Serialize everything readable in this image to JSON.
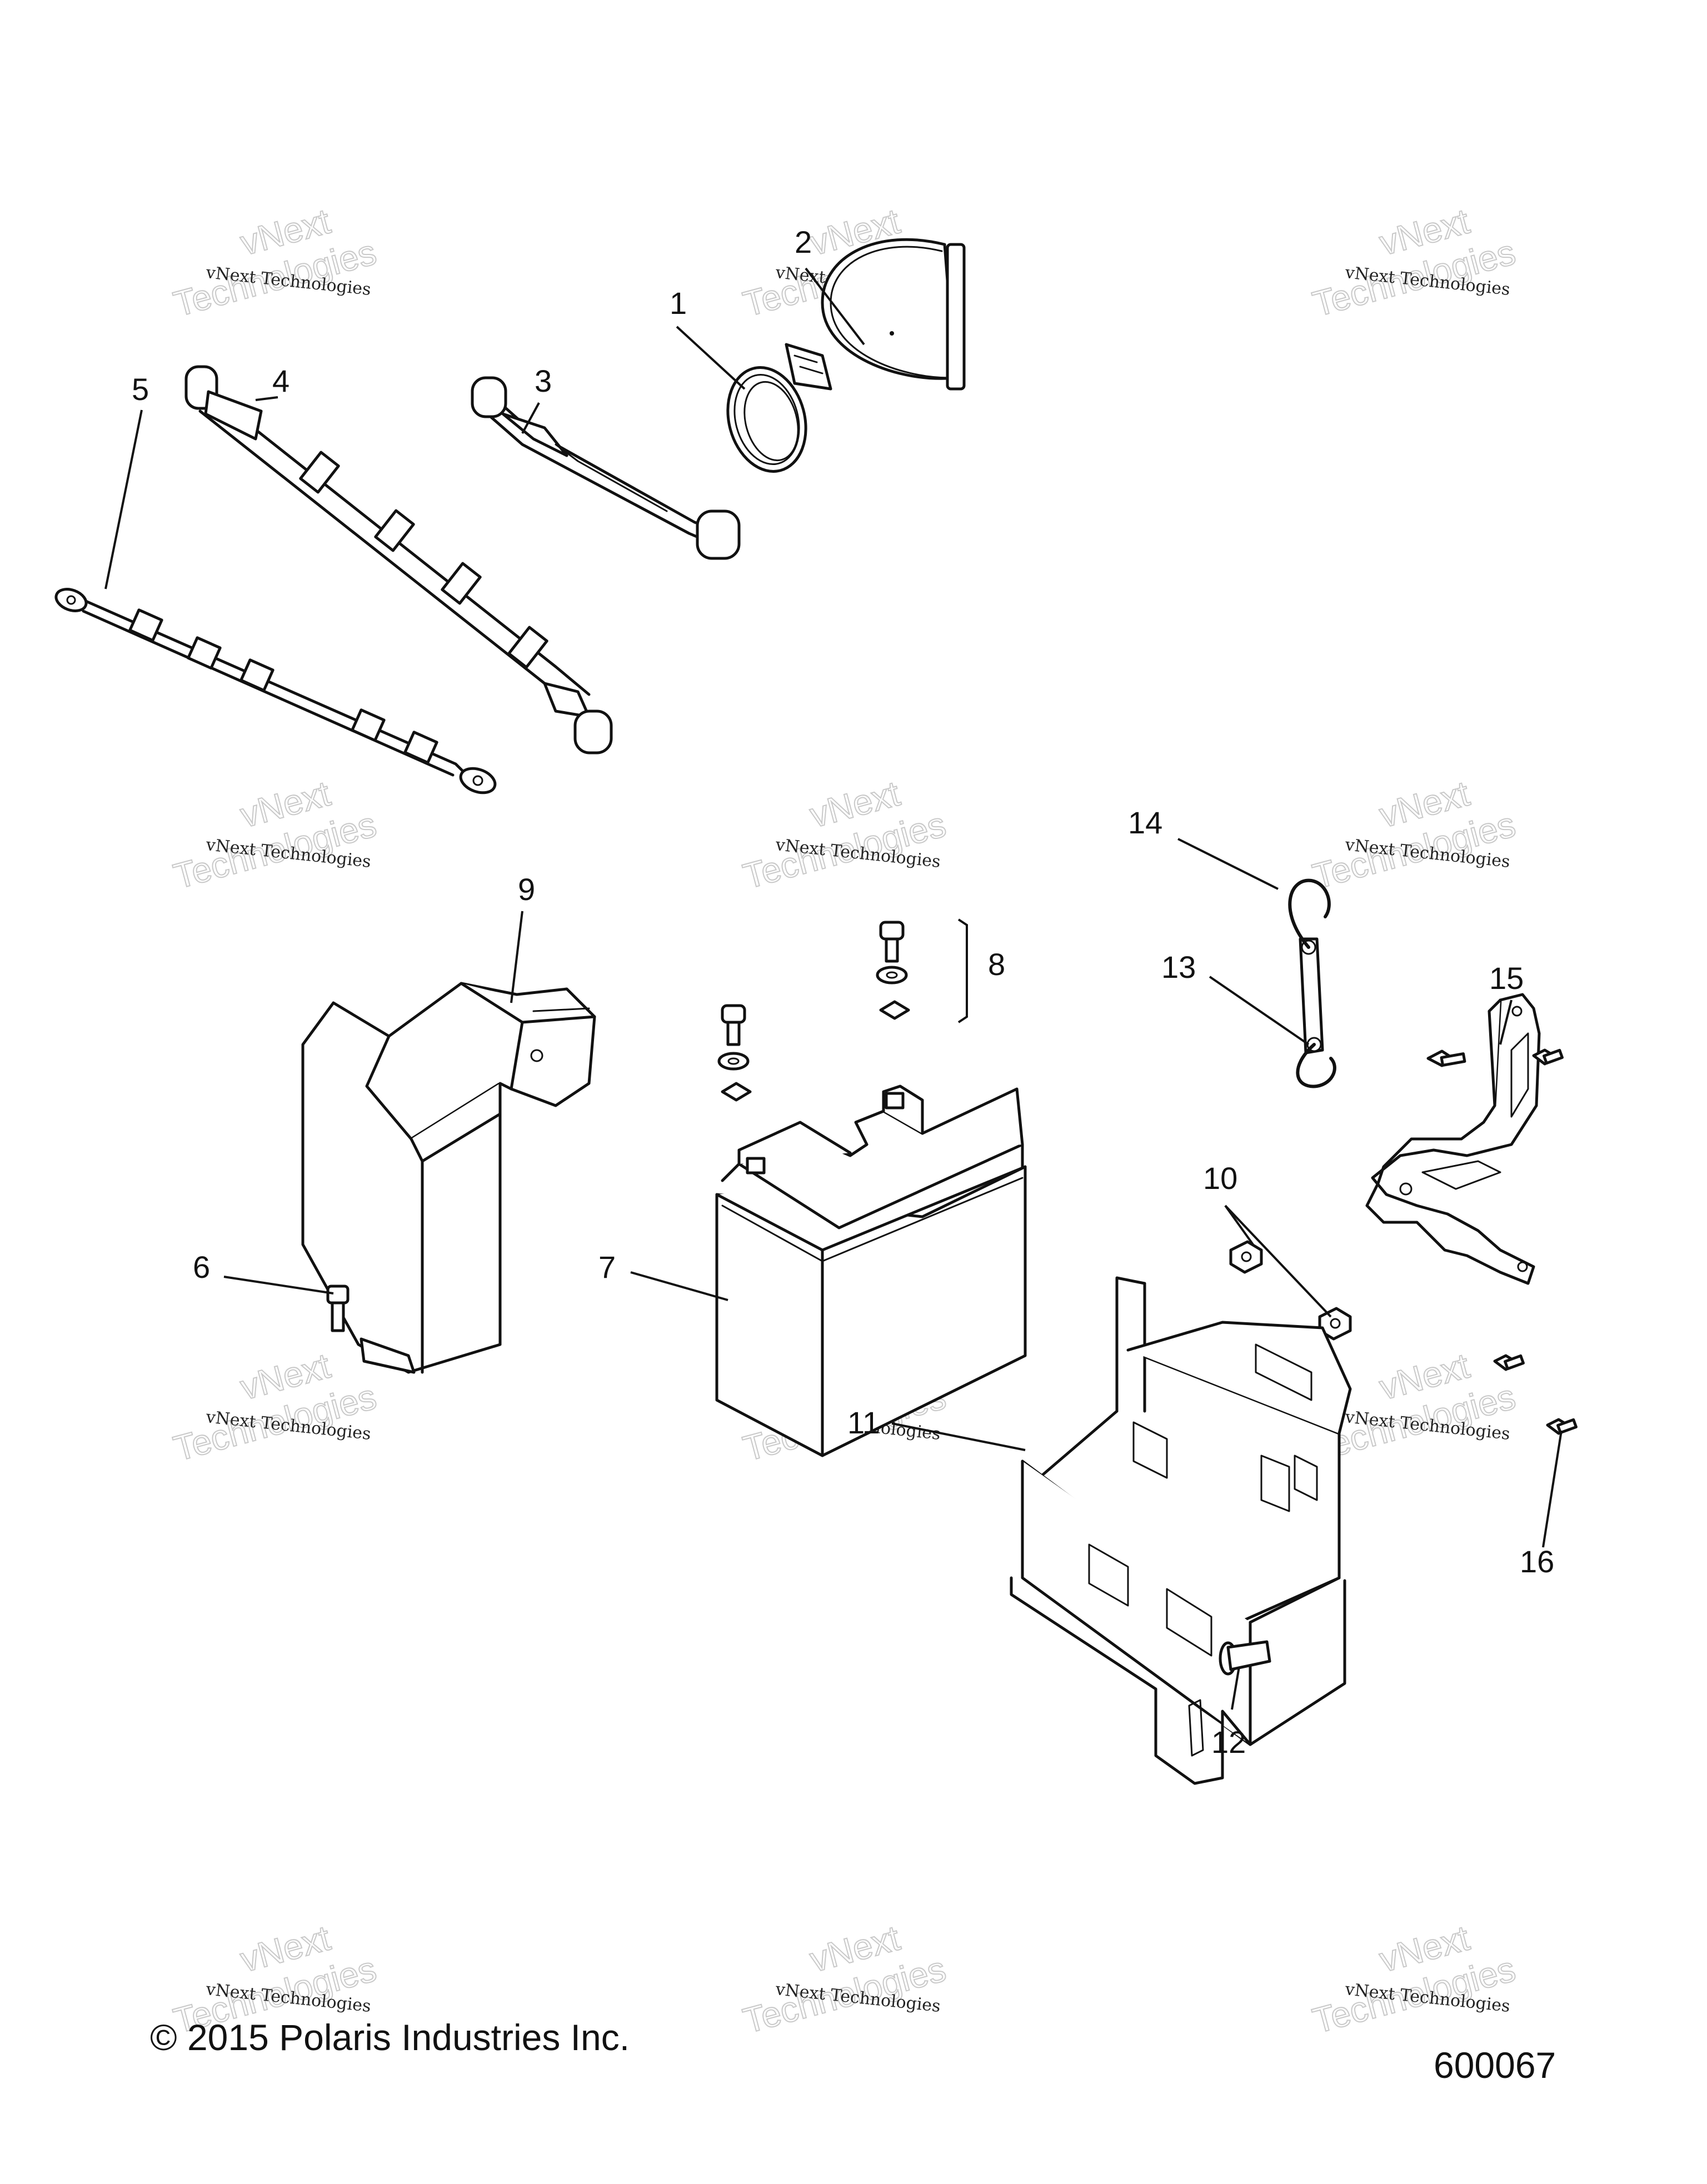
{
  "callouts": [
    "1",
    "2",
    "3",
    "4",
    "5",
    "6",
    "7",
    "8",
    "9",
    "10",
    "11",
    "12",
    "13",
    "14",
    "15",
    "16"
  ],
  "watermark": {
    "line1": "vNext Technologies",
    "line2": "vNext",
    "line3": "Technologies"
  },
  "footer": {
    "copyright": "© 2015 Polaris Industries Inc.",
    "drawing_number": "600067"
  }
}
